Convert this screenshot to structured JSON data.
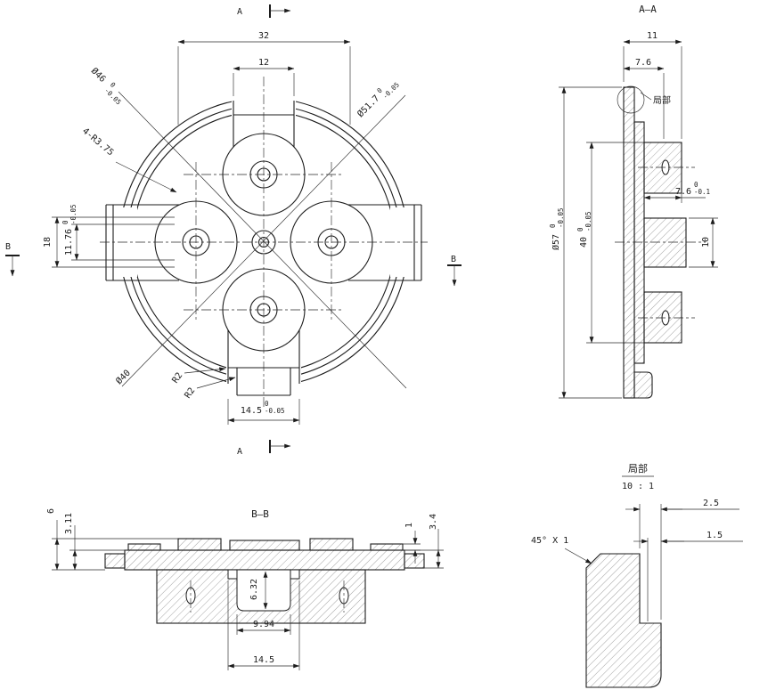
{
  "front_view": {
    "marker_a_top": "A",
    "marker_a_bottom": "A",
    "marker_b_left": "B",
    "marker_b_right": "B",
    "dim_width_outer": "32",
    "dim_width_notch": "12",
    "dia_46": {
      "v": "Ø46",
      "tol_top": "0",
      "tol_bot": "-0.05"
    },
    "dia_51_7": {
      "v": "Ø51.7",
      "tol_top": "0",
      "tol_bot": "-0.05"
    },
    "fillet_note": "4-R3.75",
    "dim_18": "18",
    "dim_11_76": {
      "v": "11.76",
      "tol_top": "0",
      "tol_bot": "-0.05"
    },
    "dia_40": "Ø40",
    "radius_note_1": "R2",
    "radius_note_2": "R2",
    "dim_14_5": {
      "v": "14.5",
      "tol_top": "0",
      "tol_bot": "-0.05"
    }
  },
  "section_aa": {
    "title": "A—A",
    "dim_11": "11",
    "dim_7_6": "7.6",
    "detail_callout": "局部",
    "dia_57": {
      "v": "Ø57",
      "tol_top": "0",
      "tol_bot": "-0.05"
    },
    "dim_40": {
      "v": "40",
      "tol_top": "0",
      "tol_bot": "-0.05"
    },
    "dim_7_6_depth": {
      "v": "7.6",
      "tol_top": "0",
      "tol_bot": "-0.1"
    },
    "dim_10": "10"
  },
  "section_bb": {
    "title": "B—B",
    "dim_6": "6",
    "dim_3_11": "3.11",
    "dim_1": "1",
    "dim_3_4": "3.4",
    "dim_6_32": "6.32",
    "dim_9_94": "9.94",
    "dim_14_5": "14.5"
  },
  "detail_view": {
    "title": "局部",
    "scale": "10 : 1",
    "dim_2_5": "2.5",
    "dim_1_5": "1.5",
    "chamfer_note": "45° X 1"
  }
}
